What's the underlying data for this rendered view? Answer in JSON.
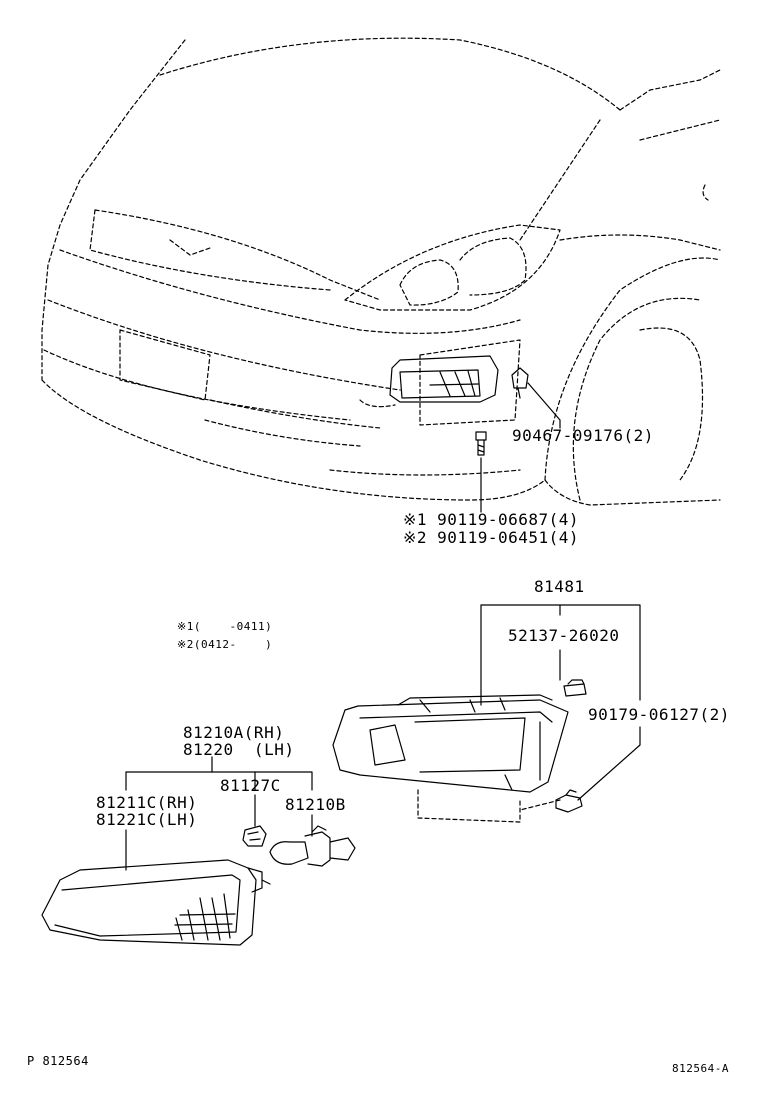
{
  "diagram": {
    "callouts": {
      "clip_bottom": "90467-09176(2)",
      "screw_a": "※1 90119-06687(4)",
      "screw_b": "※2 90119-06451(4)",
      "housing": "81481",
      "nut": "52137-26020",
      "clip_small": "90179-06127(2)",
      "lamp_rh": "81210A(RH)",
      "lamp_lh": "81220  (LH)",
      "lens_rh": "81211C(RH)",
      "lens_lh": "81221C(LH)",
      "socket": "81127C",
      "bulb": "81210B"
    },
    "notes": {
      "note1": "※1(    -0411)",
      "note2": "※2(0412-    )"
    },
    "footer": {
      "page_ref": "P 812564",
      "diagram_id": "812564-A"
    }
  }
}
